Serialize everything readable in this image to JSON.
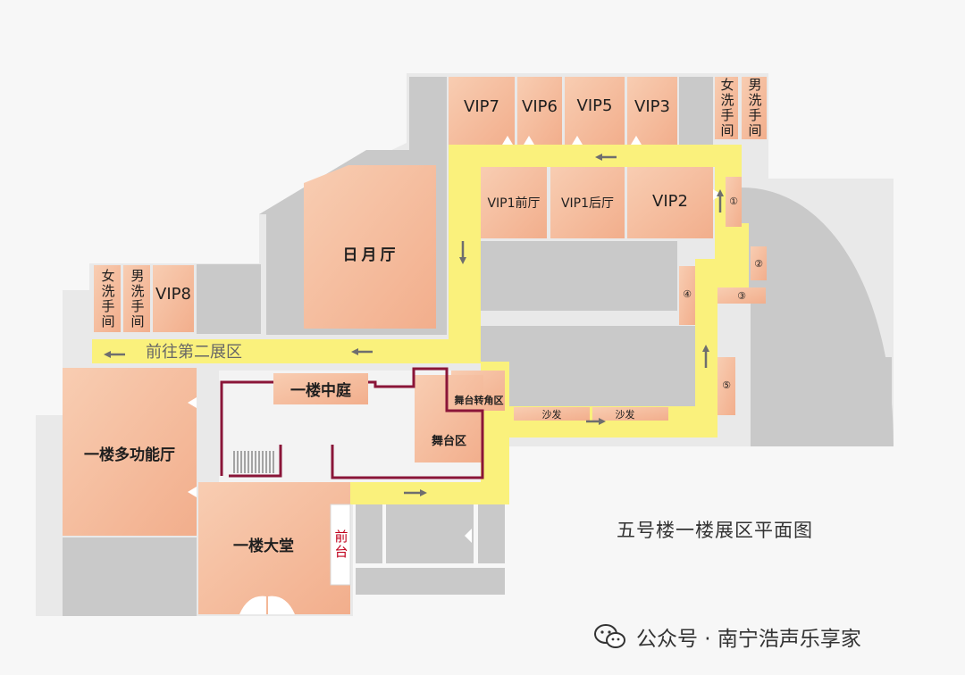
{
  "map": {
    "title": "五号楼一楼展区平面图",
    "route_label": "前往第二展区",
    "rooms": {
      "vip7": "VIP7",
      "vip6": "VIP6",
      "vip5": "VIP5",
      "vip3": "VIP3",
      "vip1_front": "VIP1前厅",
      "vip1_back": "VIP1后厅",
      "vip2": "VIP2",
      "vip8": "VIP8",
      "sun_moon_hall": "日月厅",
      "atrium": "一楼中庭",
      "multi_hall": "一楼多功能厅",
      "lobby": "一楼大堂",
      "stage": "舞台区",
      "stage_corner": "舞台转角区",
      "sofa_1": "沙发",
      "sofa_2": "沙发",
      "front_desk": "前台",
      "restroom_women_top": "女洗手间",
      "restroom_men_top": "男洗手间",
      "restroom_women_left": "女洗手间",
      "restroom_men_left": "男洗手间"
    },
    "numbered_spots": [
      "①",
      "②",
      "③",
      "④",
      "⑤"
    ],
    "colors": {
      "room": "#f5bfa0",
      "corridor": "#faf17c",
      "block": "#c9c9c9",
      "outline": "#8a1538",
      "arrow": "#6e6e6e"
    }
  },
  "watermark": {
    "icon": "wechat-icon",
    "text": "公众号 · 南宁浩声乐享家"
  }
}
